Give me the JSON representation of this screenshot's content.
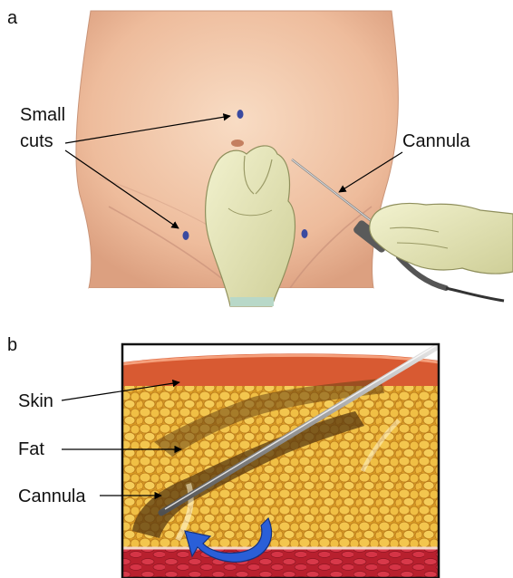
{
  "panel_a": {
    "letter": "a",
    "labels": {
      "small_cuts_line1": "Small",
      "small_cuts_line2": "cuts",
      "cannula": "Cannula"
    }
  },
  "panel_b": {
    "letter": "b",
    "labels": {
      "skin": "Skin",
      "fat": "Fat",
      "cannula": "Cannula"
    }
  },
  "colors": {
    "skin_tone": "#f2c8aa",
    "glove": "#e6e6b8",
    "cut_mark": "#3a4aa0",
    "fat": "#e8b43c",
    "skin_layer": "#d85a32",
    "muscle": "#c8283a",
    "arrow_blue": "#2a5fd8"
  }
}
